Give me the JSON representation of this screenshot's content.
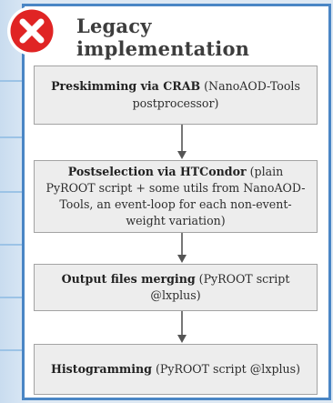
{
  "slide": {
    "title": "Legacy implementation",
    "status_icon": "x-icon",
    "colors": {
      "panel_border": "#4a86c5",
      "icon_red": "#e02424",
      "box_fill": "#ededed",
      "arrow": "#555555"
    }
  },
  "flow": {
    "steps": [
      {
        "bold": "Preskimming via CRAB",
        "text": " (NanoAOD-Tools postprocessor)"
      },
      {
        "bold": "Postselection via HTCondor",
        "text": " (plain PyROOT script + some utils from NanoAOD-Tools, an event-loop for each non-event-weight variation)"
      },
      {
        "bold": "Output files merging",
        "text": "  (PyROOT script @lxplus)"
      },
      {
        "bold": "Histogramming",
        "text": "  (PyROOT script @lxplus)"
      }
    ]
  }
}
